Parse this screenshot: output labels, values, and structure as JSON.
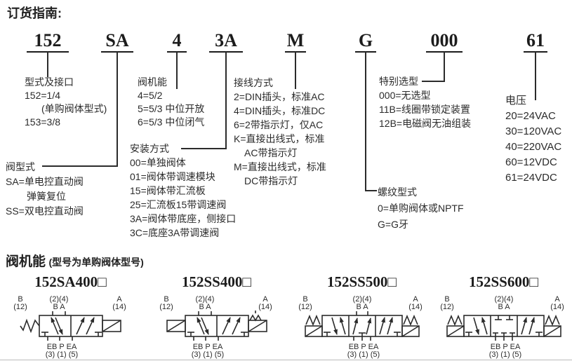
{
  "colors": {
    "ink": "#2b2b2b",
    "background": "#ffffff"
  },
  "page": {
    "title": "订货指南:"
  },
  "order_code": {
    "segments": [
      {
        "code": "152"
      },
      {
        "code": "SA"
      },
      {
        "code": "4"
      },
      {
        "code": "3A"
      },
      {
        "code": "M"
      },
      {
        "code": "G"
      },
      {
        "code": "000"
      },
      {
        "code": "61"
      }
    ]
  },
  "legend": {
    "port_type": {
      "title": "型式及接口",
      "lines": [
        "152=1/4",
        "(单购阀体型式)",
        "153=3/8"
      ]
    },
    "function": {
      "title": "阀机能",
      "lines": [
        "4=5/2",
        "5=5/3 中位开放",
        "6=5/3 中位闭气"
      ]
    },
    "wiring": {
      "title": "接线方式",
      "lines": [
        "2=DIN插头，标准AC",
        "4=DIN插头，标准DC",
        "6=2带指示灯，仅AC",
        "K=直接出线式，标准",
        "AC带指示灯",
        "M=直接出线式，标准",
        "DC带指示灯"
      ]
    },
    "special": {
      "title": "特别选型",
      "lines": [
        "000=无选型",
        "11B=线圈带锁定装置",
        "12B=电磁阀无油组装"
      ]
    },
    "voltage": {
      "title": "电压",
      "lines": [
        "20=24VAC",
        "30=120VAC",
        "40=220VAC",
        "60=12VDC",
        "61=24VDC"
      ]
    },
    "valve_type": {
      "title": "阀型式",
      "lines": [
        "SA=单电控直动阀",
        "弹簧复位",
        "SS=双电控直动阀"
      ]
    },
    "mount": {
      "title": "安装方式",
      "lines": [
        "00=单独阀体",
        "01=阀体带调速模块",
        "15=阀体带汇流板",
        "25=汇流板15带调速阀",
        "3A=阀体带底座，侧接口",
        "3C=底座3A带调速阀"
      ]
    },
    "thread": {
      "title": "螺纹型式",
      "lines": [
        "0=单购阀体或NPTF",
        "G=G牙"
      ]
    }
  },
  "valve_section": {
    "heading": "阀机能",
    "heading_note": "(型号为单购阀体型号)",
    "ports": {
      "top_left_letter": "B",
      "top_left_num": "(12)",
      "top_center_nums": "(2)(4)",
      "top_center_letters": "B A",
      "top_right_letter": "A",
      "top_right_num": "(14)",
      "bottom_letters": "EB P EA",
      "bottom_nums": "(3) (1) (5)"
    },
    "diagrams": [
      {
        "model": "152SA400□",
        "symbol": "5/2 single solenoid spring return"
      },
      {
        "model": "152SS400□",
        "symbol": "5/2 double solenoid"
      },
      {
        "model": "152SS500□",
        "symbol": "5/3 center open"
      },
      {
        "model": "152SS600□",
        "symbol": "5/3 center closed"
      }
    ]
  }
}
